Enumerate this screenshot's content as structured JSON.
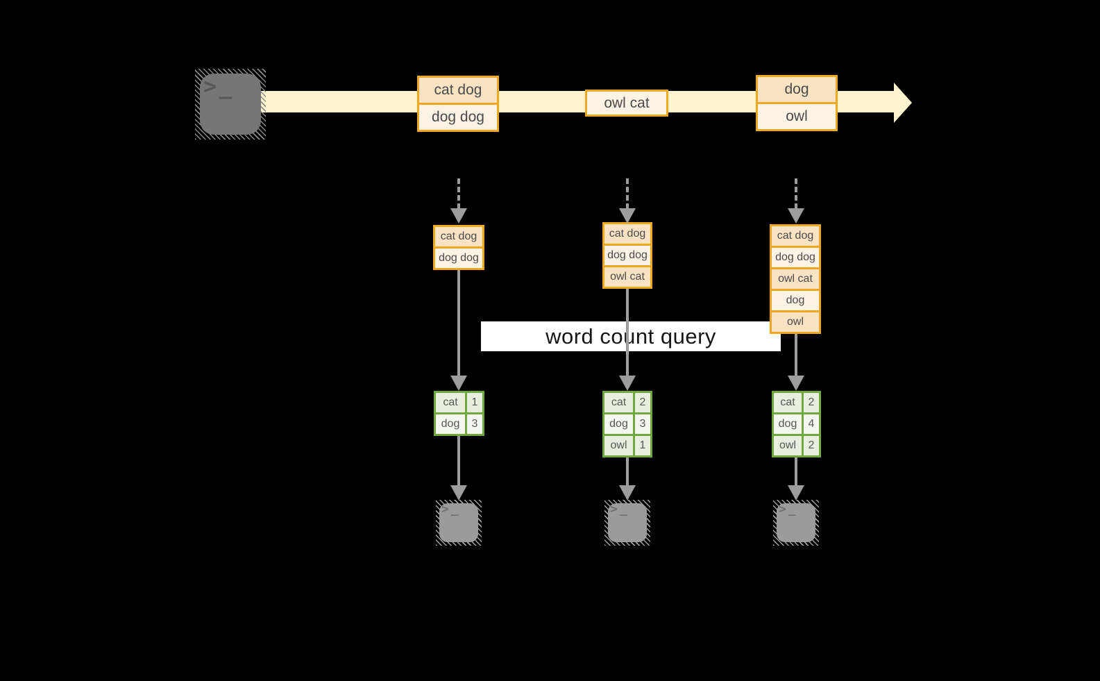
{
  "colors": {
    "background": "#000000",
    "stream_band": "#fcf3cf",
    "box_border": "#f0a91e",
    "box_fill_dark": "#fae3c3",
    "box_fill_light": "#fdf3e5",
    "table_border": "#6fa83c",
    "table_fill_dark": "#e8efdf",
    "table_fill_light": "#f3f7ef",
    "arrow_gray": "#9d9d9d",
    "label_bg": "#ffffff"
  },
  "glyphs": {
    "terminal_prompt": ">",
    "terminal_underscore": "_"
  },
  "stream": {
    "batches": [
      {
        "rows": [
          "cat dog",
          "dog dog"
        ]
      },
      {
        "rows": [
          "owl cat"
        ]
      },
      {
        "rows": [
          "dog",
          "owl"
        ]
      }
    ]
  },
  "query_label": "word count query",
  "columns": [
    {
      "stack": [
        "cat dog",
        "dog dog"
      ],
      "counts": [
        {
          "word": "cat",
          "count": "1"
        },
        {
          "word": "dog",
          "count": "3"
        }
      ]
    },
    {
      "stack": [
        "cat dog",
        "dog dog",
        "owl cat"
      ],
      "counts": [
        {
          "word": "cat",
          "count": "2"
        },
        {
          "word": "dog",
          "count": "3"
        },
        {
          "word": "owl",
          "count": "1"
        }
      ]
    },
    {
      "stack": [
        "cat dog",
        "dog dog",
        "owl cat",
        "dog",
        "owl"
      ],
      "counts": [
        {
          "word": "cat",
          "count": "2"
        },
        {
          "word": "dog",
          "count": "4"
        },
        {
          "word": "owl",
          "count": "2"
        }
      ]
    }
  ]
}
